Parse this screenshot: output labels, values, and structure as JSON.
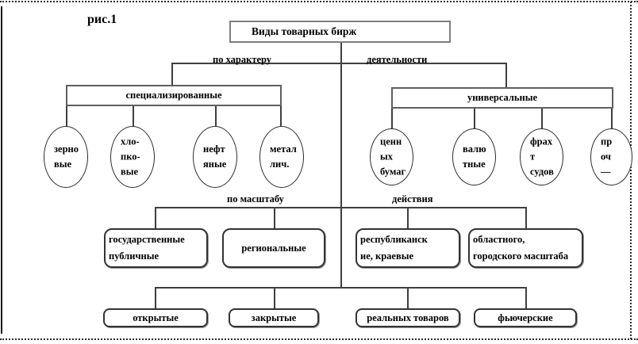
{
  "figure_label": "рис.1",
  "root_label": "Виды товарных бирж",
  "criteria1": {
    "left": "по характеру",
    "right": "деятельности"
  },
  "criteria2": {
    "left": "по масштабу",
    "right": "действия"
  },
  "specialized": {
    "header": "специализированные",
    "items": [
      {
        "text": "зерно\nвые"
      },
      {
        "text": "хло-\nпко-\nвые"
      },
      {
        "text": "нефт\nяные"
      },
      {
        "text": "метал\nлич."
      }
    ]
  },
  "universal": {
    "header": "универсальные",
    "items": [
      {
        "text": "ценн\nых\nбумаг"
      },
      {
        "text": "валю\nтные"
      },
      {
        "text": "фрах\nт\nсудов"
      },
      {
        "text": "пр\nоч\n—"
      }
    ]
  },
  "scale_row": [
    {
      "text": "государственные\nпубличные"
    },
    {
      "text": "региональные"
    },
    {
      "text": "республиканск\nие, краевые"
    },
    {
      "text": "областного,\nгородского масштаба"
    }
  ],
  "type_row": [
    {
      "text": "открытые"
    },
    {
      "text": "закрытые"
    },
    {
      "text": "реальных товаров"
    },
    {
      "text": "фьючерские"
    }
  ],
  "colors": {
    "background": "#ffffff",
    "line": "#3f3f3f",
    "root_border": "#7f7f7f",
    "node_border": "#333333",
    "text": "#000000"
  }
}
